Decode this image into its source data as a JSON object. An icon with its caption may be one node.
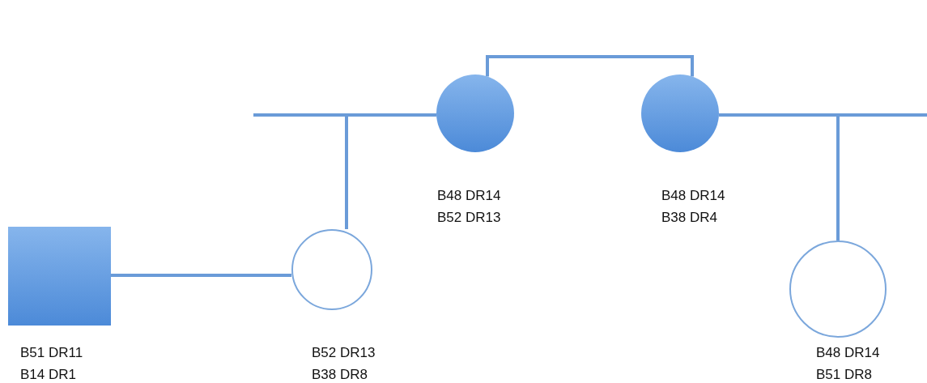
{
  "diagram": {
    "nodes": [
      {
        "text": [],
        "shape": "circle",
        "beside": [
          "B48 DR14",
          "B52 DR13"
        ]
      },
      {
        "text": [],
        "shape": "circle",
        "beside": [
          "B48 DR14",
          "B38 DR4"
        ]
      },
      {
        "text": [],
        "shape": "box",
        "beside": [
          "B51 DR11",
          "B14 DR1"
        ]
      },
      {
        "text": [],
        "shape": "circle",
        "beside": [
          "B52 DR13",
          "B38 DR8"
        ]
      },
      {
        "text": [],
        "shape": "circle",
        "beside": [
          "B48 DR14",
          "B51 DR8"
        ]
      }
    ],
    "edges": [
      {
        "from": 0,
        "to": 1,
        "arrow": "none"
      },
      {
        "from": null,
        "to": 0,
        "arrow": "none"
      },
      {
        "from": 0,
        "to": 3,
        "arrow": "none"
      },
      {
        "from": null,
        "to": 1,
        "arrow": "none"
      },
      {
        "from": 1,
        "to": 4,
        "arrow": "none"
      },
      {
        "from": 2,
        "to": 3,
        "arrow": "none"
      }
    ]
  }
}
